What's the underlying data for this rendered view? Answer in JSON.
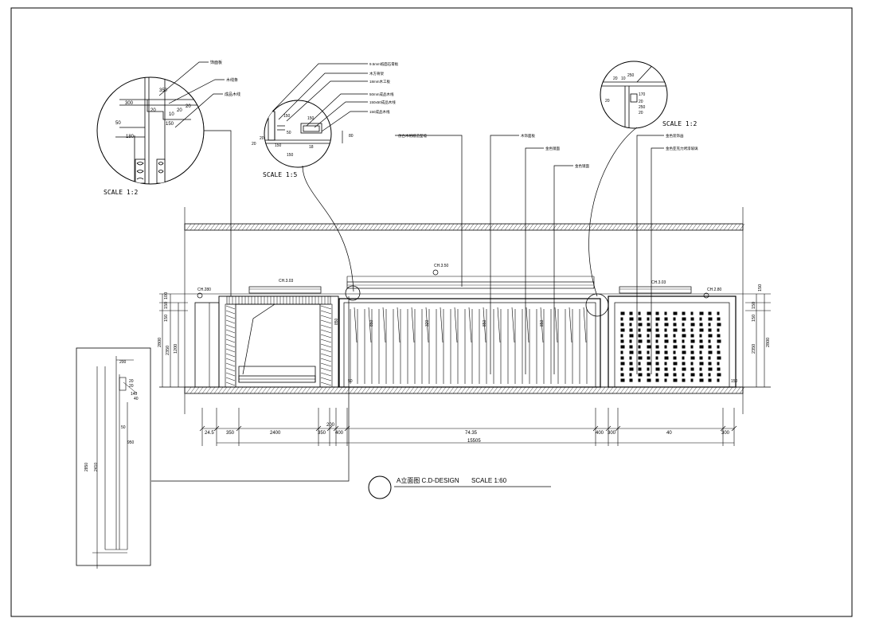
{
  "drawing": {
    "title": "A立面图 C.D-DESIGN",
    "title_scale": "SCALE 1:60",
    "ink_color": "#000000",
    "paper_color": "#ffffff"
  },
  "details": {
    "left": {
      "scale": "SCALE 1:2",
      "dims": [
        "350",
        "300",
        "20",
        "10",
        "20",
        "20",
        "150",
        "50",
        "180"
      ]
    },
    "middle": {
      "scale": "SCALE 1:5",
      "dims": [
        "150",
        "150",
        "50",
        "20",
        "150",
        "80",
        "18",
        "150",
        "20"
      ],
      "labels": [
        "9.5mm纸面石膏板",
        "木方骨架",
        "18mm木工板",
        "50mm成品木线",
        "150x50成品木线",
        "150成品木线"
      ]
    },
    "right": {
      "scale": "SCALE 1:2",
      "dims": [
        "20",
        "10",
        "250",
        "20",
        "170",
        "20",
        "250",
        "20"
      ]
    },
    "bottom_left": {
      "dims": [
        "200",
        "20",
        "20",
        "2850",
        "2410",
        "50",
        "950",
        "140",
        "40"
      ]
    }
  },
  "callouts": [
    "仿古木格栅造型墙",
    "木饰面板",
    "金色镜面",
    "金色镜面",
    "金色装饰画",
    "金色亚克力烤漆玻璃"
  ],
  "elevation": {
    "ch_labels": [
      "CH.280",
      "CH.3.03",
      "CH.3.50",
      "CH.3.03",
      "CH.2.80"
    ],
    "left_heights": [
      "150",
      "100",
      "150",
      "2800",
      "2350",
      "1200"
    ],
    "right_heights": [
      "150",
      "150",
      "150",
      "2350",
      "2800"
    ],
    "mid_dims": [
      "850",
      "850",
      "320",
      "850",
      "850"
    ],
    "bottom_dims": [
      "24.5",
      "350",
      "2400",
      "350",
      "200",
      "400",
      "74.35",
      "400",
      "300",
      "40",
      "300"
    ],
    "total": "15505",
    "inner": [
      "50",
      "150"
    ]
  }
}
